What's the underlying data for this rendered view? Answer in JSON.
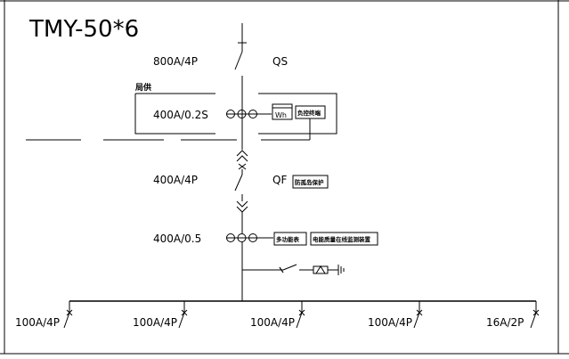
{
  "title": "TMY-50*6",
  "main_switch": {
    "rating": "800A/4P",
    "tag": "QS"
  },
  "metering": {
    "owner_label": "局供",
    "ct_rating": "400A/0.2S",
    "meter_label": "Wh",
    "terminal_label": "负控终端"
  },
  "breaker": {
    "rating": "400A/4P",
    "tag": "QF",
    "protection_label": "防孤岛保护"
  },
  "measurement": {
    "ct_rating": "400A/0.5",
    "meter_label": "多功能表",
    "monitor_label": "电能质量在线监测装置"
  },
  "feeders": [
    {
      "rating": "100A/4P"
    },
    {
      "rating": "100A/4P"
    },
    {
      "rating": "100A/4P"
    },
    {
      "rating": "100A/4P"
    },
    {
      "rating": "16A/2P"
    }
  ]
}
